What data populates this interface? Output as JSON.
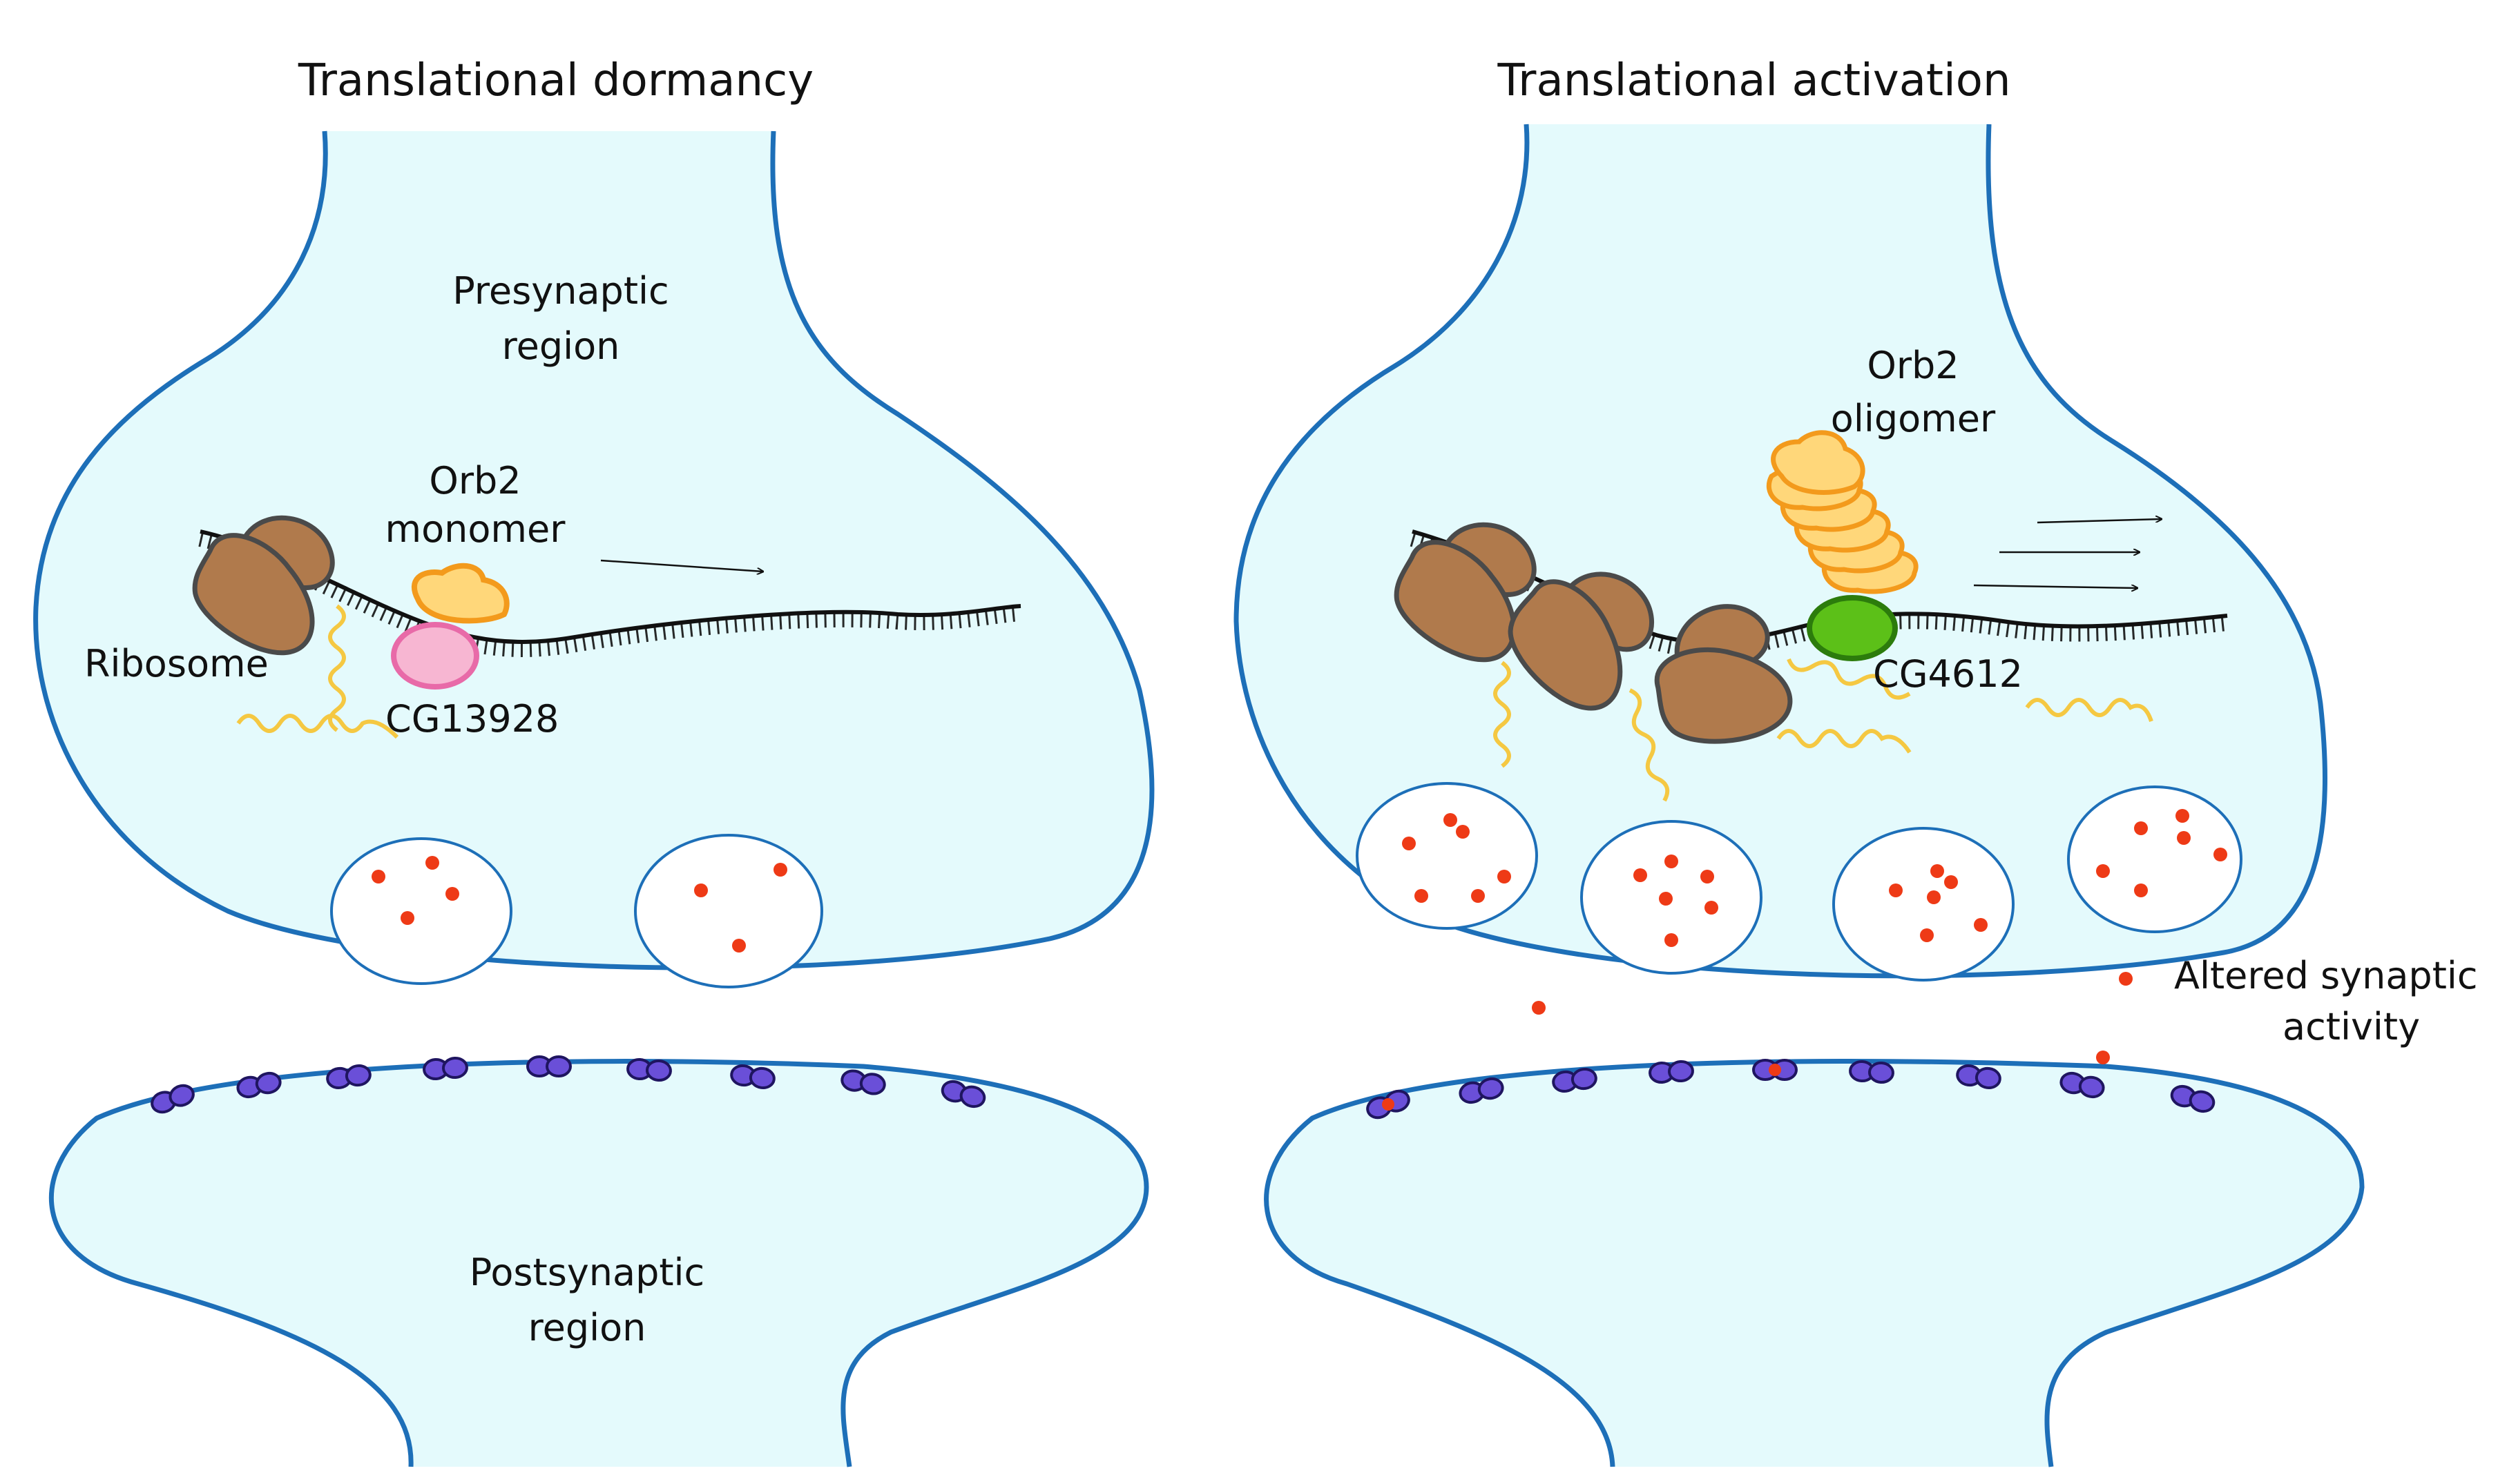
{
  "panels": [
    {
      "title": "Translational dormancy"
    },
    {
      "title": "Translational activation"
    }
  ],
  "labels": {
    "presynaptic": [
      "Presynaptic",
      "region"
    ],
    "postsynaptic": [
      "Postsynaptic",
      "region"
    ],
    "orb2_monomer": [
      "Orb2",
      "monomer"
    ],
    "orb2_oligomer": [
      "Orb2",
      "oligomer"
    ],
    "ribosome": "Ribosome",
    "cg13928": "CG13928",
    "cg4612": "CG4612",
    "altered": [
      "Altered synaptic",
      "activity"
    ]
  },
  "colors": {
    "cytoplasm": "#e4fafc",
    "membrane": "#1d6fb8",
    "ribosome": "#b07a4c",
    "ribosome_outline": "#4a4a4a",
    "orb2": "#ffd77a",
    "orb2_outline": "#f39a1c",
    "cg13928": "#f7b6d2",
    "cg13928_outline": "#e86aa8",
    "cg4612": "#5cc018",
    "cg4612_outline": "#2c7c0c",
    "peptide": "#f5c842",
    "neurotransmitter": "#ee3a16",
    "receptor": "#6a4fd8",
    "receptor_outline": "#1f1560",
    "mrna": "#111111"
  }
}
